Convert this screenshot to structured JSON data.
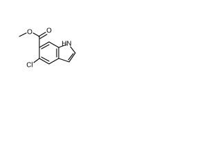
{
  "atom_labels": {
    "carbonyl_oxygen": "O",
    "ester_oxygen": "O",
    "nitrogen_h": "H",
    "nitrogen": "N",
    "chlorine": "Cl"
  }
}
